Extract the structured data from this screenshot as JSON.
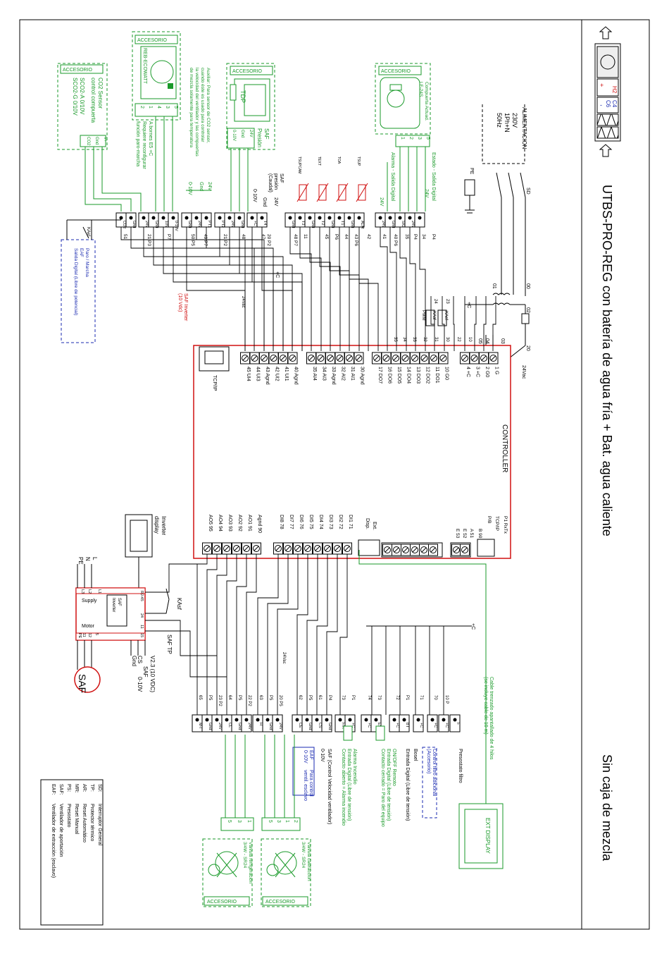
{
  "title": {
    "main": "UTBS-PRO-REG  con batería de agua fría + Bat. agua caliente",
    "sub": "Sin caja de mezcla"
  },
  "controller": {
    "name": "CONTROLLER",
    "tcpip": "TCP/IP",
    "disp": "Disp.",
    "ext": "Ext.",
    "upper_terminals": [
      "45 UI4",
      "44 UI3",
      "43 Agnd",
      "42 UI2",
      "41 UI1",
      "40 Agnd",
      "35 AI4",
      "34 AI3",
      "33 Agnd",
      "32 AI2",
      "31 AI1",
      "30 Agnd",
      "17 DO7",
      "16 DO6",
      "15 DO5",
      "14 DO4",
      "13 DO3",
      "12 DO2",
      "11 DO1",
      "10 G0",
      "4 +C",
      "3 +C",
      "2 G0",
      "1 G"
    ],
    "lower_terminals": [
      "AO5 95",
      "AO4 94",
      "AO3 93",
      "AO2 92",
      "AO1 91",
      "Agnd 90",
      "DI8 78",
      "DI7 77",
      "DI6 76",
      "DI5 75",
      "DI4 74",
      "DI3 73",
      "DI2 72",
      "DI1 71"
    ],
    "comm_terminals": [
      "P1 RxTx",
      "TCP/IP",
      "P/B",
      "B 90",
      "A 51",
      "E 52",
      "E 53"
    ]
  },
  "power": {
    "label": "ALIMENTACION",
    "spec": [
      "230V",
      "1Ph+N",
      "50Hz"
    ],
    "sd": "SD",
    "pe": "PE",
    "terminals": [
      "00",
      "01",
      "02",
      "03",
      "04",
      "05",
      "20",
      "21",
      "22"
    ],
    "vac24": "24Vac"
  },
  "top_strip": {
    "groups": [
      {
        "pins": [
          "CO2",
          "Gnd"
        ],
        "nums": [
          "51"
        ]
      },
      {
        "pins": [
          "24V",
          "Gnd",
          "10V"
        ],
        "nums": [
          "21 P3",
          "P7"
        ]
      },
      {
        "pins": [
          "0-10V",
          "Gnd",
          "24V"
        ],
        "nums": [
          "50 P5",
          "49 P7",
          "21 P2"
        ]
      },
      {
        "pins": [
          "PT1",
          "PT2",
          "24V"
        ],
        "nums": [
          "48",
          "47",
          "20 P2"
        ]
      },
      {
        "pins": [
          "Gnd",
          "+C"
        ],
        "nums": [
          "48 P7",
          "11"
        ]
      },
      {
        "pins": [
          "T4",
          "Gnd",
          "T3",
          "Gnd",
          "T2",
          "Gnd",
          "T1",
          "Gnd"
        ],
        "nums": [
          "45",
          "P6",
          "44",
          "43 P6",
          "42",
          "41",
          "40 P6"
        ]
      },
      {
        "pins": [
          "ALM",
          "24V",
          "Gnd",
          "SIG",
          "24V"
        ],
        "nums": [
          "35",
          "P4",
          "34",
          "P4",
          "33",
          "22 P4"
        ]
      }
    ]
  },
  "mid_labels": {
    "pwm": "PWM",
    "kasf": "KAsf",
    "kaef": "KAef",
    "plusc": "+C",
    "nums": [
      "35",
      "34",
      "33",
      "32",
      "31",
      "30",
      "22",
      "10",
      "05",
      "04",
      "03",
      "20",
      "21",
      "23",
      "24"
    ]
  },
  "accessories": {
    "co2": {
      "tag": "ACCESORIO",
      "lines": [
        "CO2 Sensor",
        "control compuerta",
        "SCO2-A 0/10V",
        "SCO2-G 0/10V"
      ],
      "pins": [
        "V+",
        "Gnd",
        "CO2"
      ]
    },
    "reb": {
      "tag": "ACCESORIO",
      "name": "REB-ECOWATT",
      "pins": [
        "2",
        "1",
        "4",
        "3",
        "5"
      ],
      "note": [
        "A bornes E5 +C",
        "Requiere reconfigurar",
        "función paro-marcha"
      ]
    },
    "aux": {
      "lines": [
        "Auxiliar: Para sensor de CO2 sensor,",
        "cuando éste es usado para controlar",
        "la velocidad del ventilador y las compuertas",
        "de mezcla solamente para temperatura"
      ]
    },
    "tdp": {
      "tag": "ACCESORIO",
      "name": "TDP",
      "pins": [
        "0-10V",
        "Gnd",
        "24V"
      ],
      "label": [
        "SAF",
        "Presión"
      ]
    },
    "saf_caudal": {
      "lines": [
        "SAF",
        "presión",
        "(Caudal)"
      ]
    },
    "comp": {
      "tag": "ACCESORIO",
      "lines": [
        "Compuerta Actuad.",
        "LF-24S"
      ],
      "pins": [
        "1",
        "2",
        "3",
        "5"
      ],
      "alarm": "Alarma - Salida Digital",
      "estado": "Estado - Salida Digital"
    },
    "sensors": [
      "TSUP",
      "TOA",
      "TEXT",
      "TSUPCAM"
    ],
    "saf_inv": [
      "SAF Inverter",
      "(10 Vdc)"
    ],
    "pin_labels": [
      "24V",
      "Gnd",
      "0-10V",
      "24Vac",
      "+C",
      "24V",
      "24V"
    ]
  },
  "paro_marcha": {
    "kaef": "KAef",
    "lines": [
      "Paro / Marcha",
      "EAF",
      "Salida Digital (Libre de potencial)"
    ]
  },
  "inverter": {
    "display": [
      "Inverter",
      "display"
    ],
    "supply": "Supply",
    "motor": "Motor",
    "saf_inv": [
      "SAF",
      "Inverter"
    ],
    "lines": [
      "L",
      "N",
      "PE"
    ],
    "terminals": [
      "RJ-45",
      "24",
      "11",
      "15",
      "5",
      "L1",
      "L2",
      "L3",
      "PE",
      "12",
      "11"
    ],
    "kasf": "KAsf",
    "saf_tp": "SAF TP",
    "outputs": [
      "V2.3 (10 VDC)",
      "SAF",
      "CS",
      "Gnd",
      "0-10V"
    ],
    "motor_label": "SAF"
  },
  "bottom_strip": {
    "pins": [
      "M-I",
      "Gnd",
      "24V",
      "CL",
      "Gnd",
      "24V",
      "H",
      "Gnd",
      "24V",
      "CE",
      "Gnd",
      "CS",
      "Gnd",
      "F/R",
      "+C",
      "+C",
      "ES",
      "+C",
      "BT",
      "+C",
      "+C",
      "+C",
      "F"
    ],
    "nums": [
      "65",
      "P5",
      "23 P2",
      "64",
      "P5",
      "22 P2",
      "63",
      "P5",
      "20 P5",
      "62",
      "P5",
      "61",
      "P4",
      "73",
      "P1",
      "74",
      "73",
      "72",
      "P1",
      "71",
      "70",
      "10 P"
    ],
    "vac24": "24Vac",
    "plusc": "+C"
  },
  "bottom_labels": {
    "lines": [
      "Presostato filtro",
      "Control filtro adicional",
      "(Accesorio)",
      "Bosel",
      "Entrada Digital (Libre de tensión)",
      "ON/OFF Remoto",
      "Entrada Digital (Libre de tensión)",
      "Contacto cerrado = Paro del equipo",
      "Alarma Incendio",
      "Entrada Digital (Libre de tensión)",
      "Contacto abierto = Alarma incendio",
      "SAF  (Control Velocidad ventilador)",
      "0-10V"
    ],
    "eaf": [
      "EAF",
      "0-10V",
      "Para control",
      "ventil. esclavo"
    ],
    "cable": [
      "Cable trenzado apantallado de 4 hilos",
      "(se incluye cable de 10 m)"
    ],
    "ext_display": "EXT DISPLAY"
  },
  "valves": [
    {
      "tag": "ACCESORIO",
      "lines": [
        "Válvula refrigeración",
        "3/4W - SR24"
      ],
      "pins": [
        "5",
        "3",
        "1"
      ]
    },
    {
      "tag": "ACCESORIO",
      "lines": [
        "Válvula calefacción",
        "3/4W - SR24"
      ],
      "pins": [
        "5",
        "3",
        "1",
        "2"
      ]
    }
  ],
  "legend": [
    {
      "k": "SD:",
      "v": "Interruptor General"
    },
    {
      "k": "TP:",
      "v": "Protector térmico"
    },
    {
      "k": "AR:",
      "v": "Reset Automático"
    },
    {
      "k": "MR:",
      "v": "Reset Manual"
    },
    {
      "k": "PS:",
      "v": "Presostato"
    },
    {
      "k": "SAF:",
      "v": "Ventilador de aportación"
    },
    {
      "k": "EAF:",
      "v": "Ventilador de extracción (esclavo)"
    }
  ],
  "unit_icon": {
    "h2": "H2",
    "plus": "+",
    "c4": "C4",
    "c6": "C6",
    "minus": "-"
  }
}
